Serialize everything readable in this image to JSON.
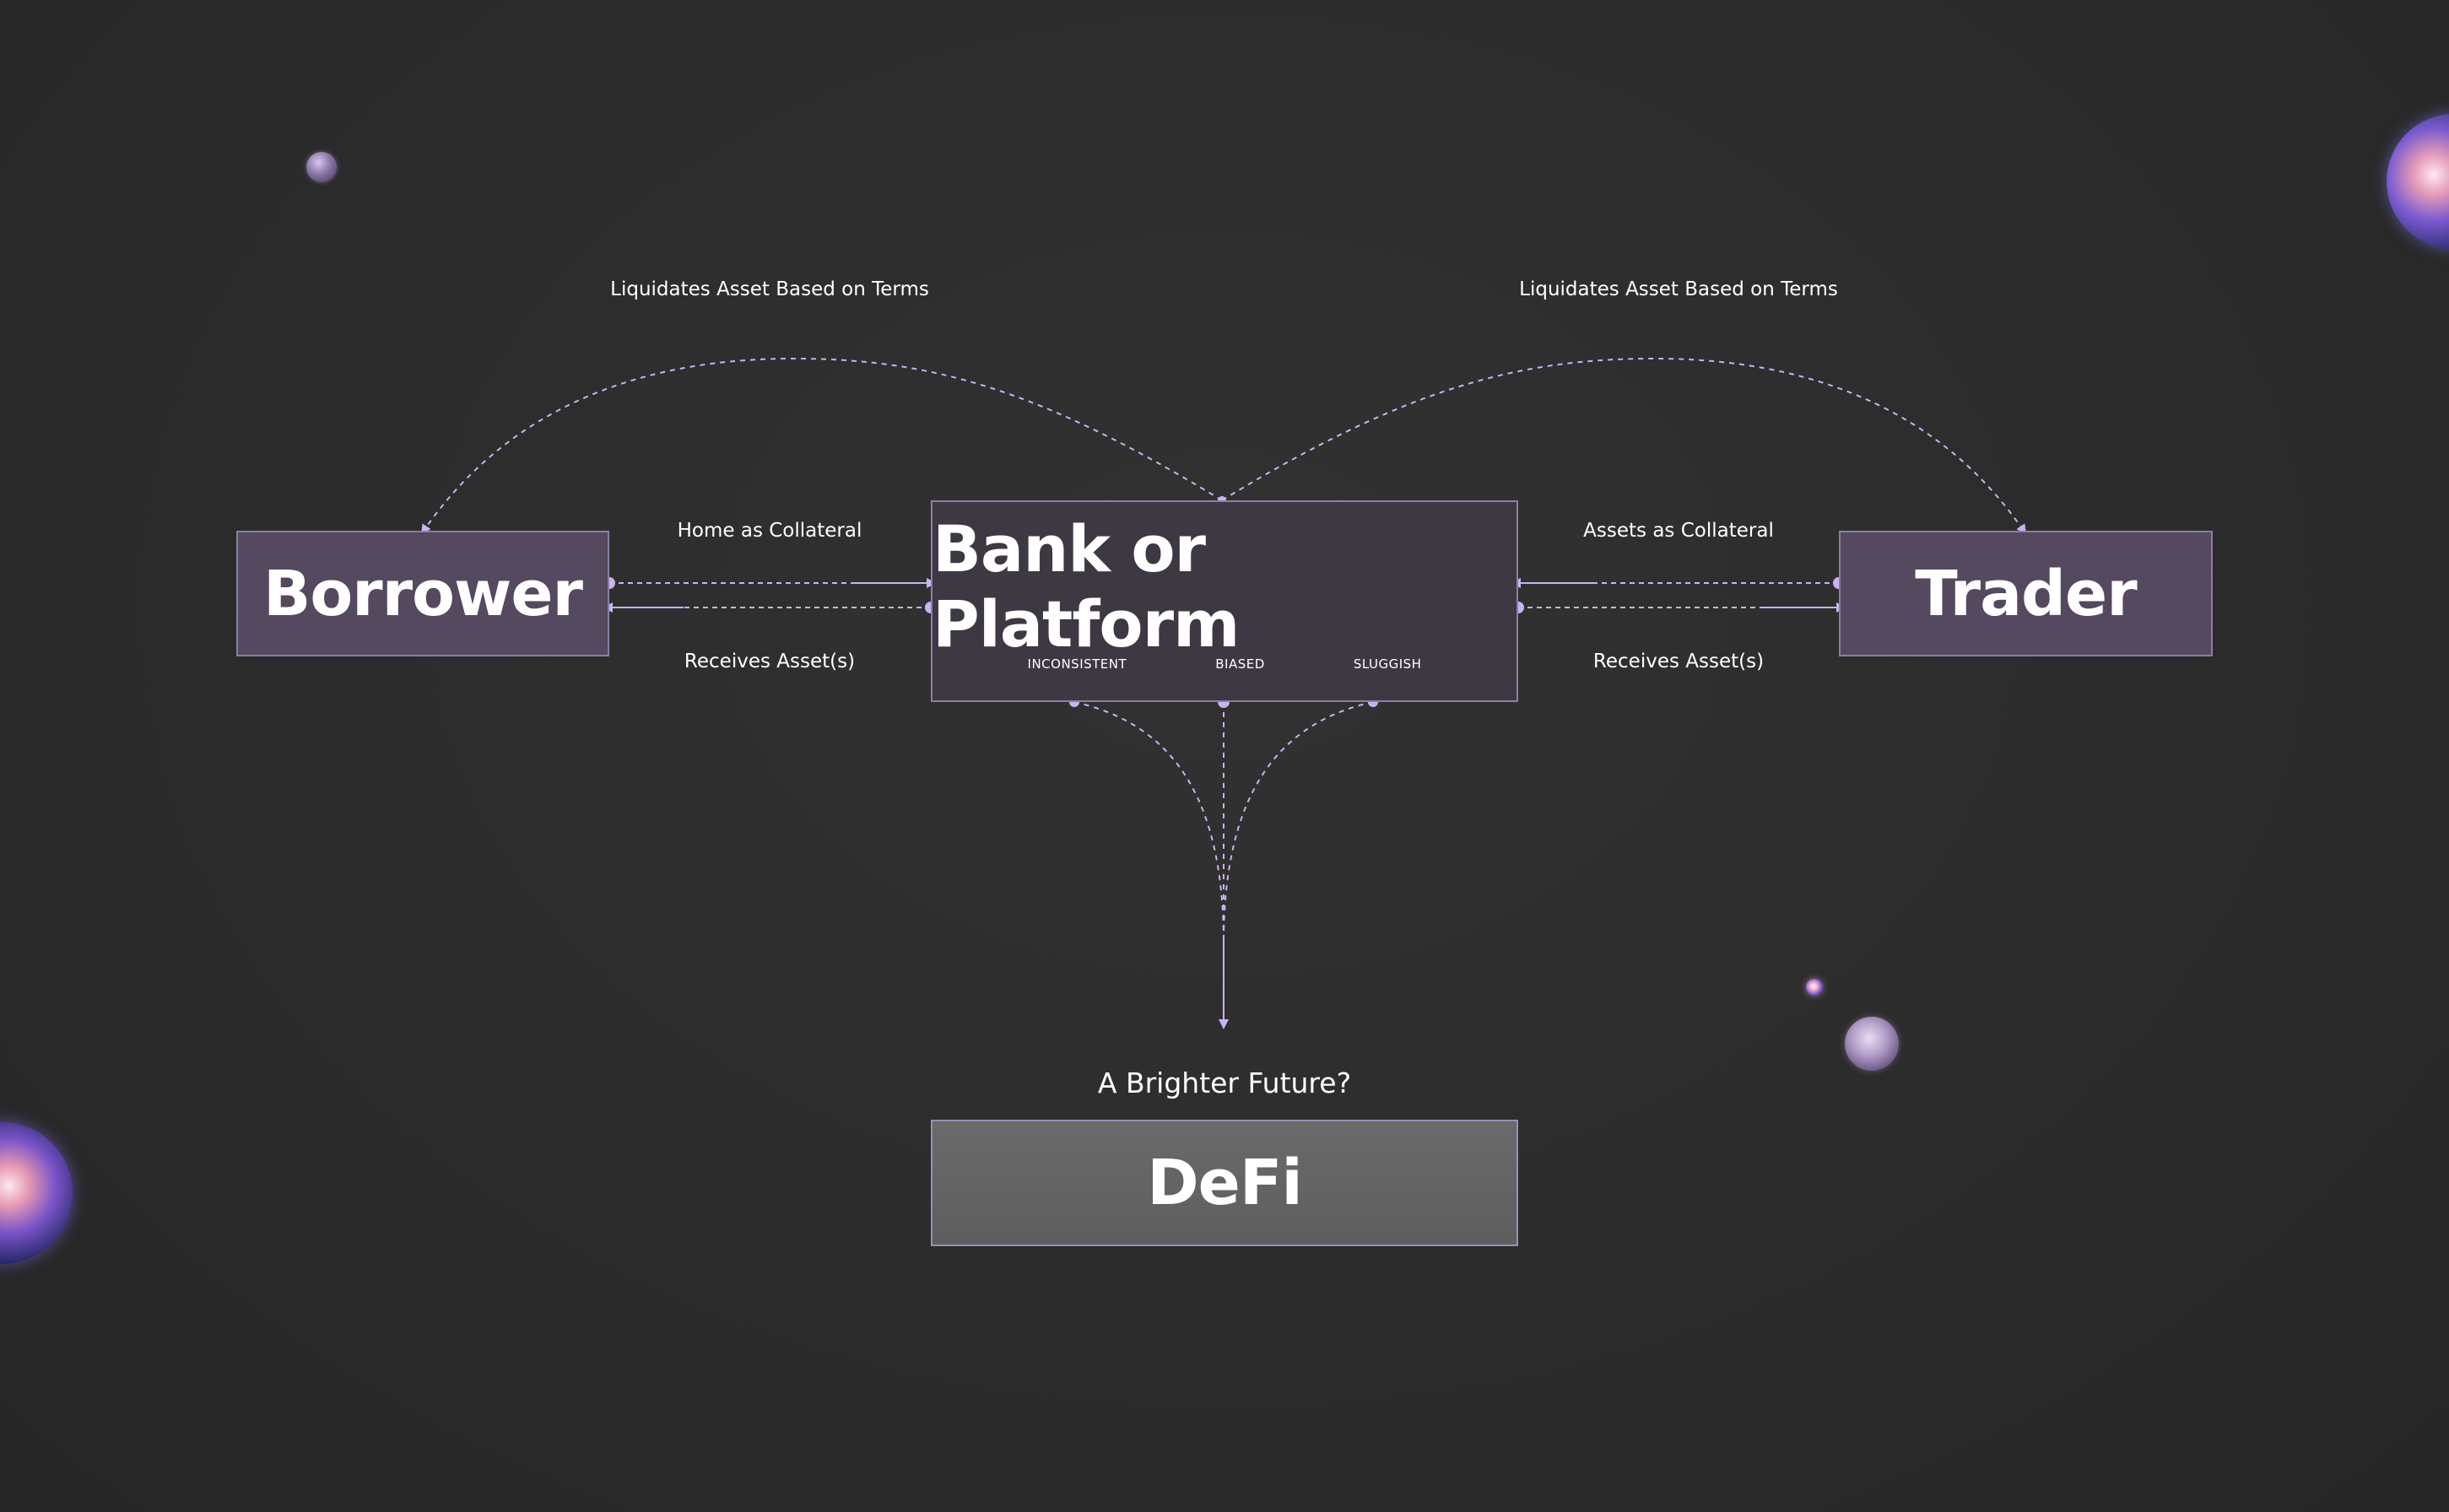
{
  "nodes": {
    "borrower": "Borrower",
    "bank": "Bank or Platform",
    "trader": "Trader",
    "defi": "DeFi"
  },
  "bank_tags": [
    "INCONSISTENT",
    "BIASED",
    "SLUGGISH"
  ],
  "edges": {
    "liquidates_left": "Liquidates Asset Based on Terms",
    "liquidates_right": "Liquidates Asset Based on Terms",
    "home_collateral": "Home as Collateral",
    "receives_left": "Receives Asset(s)",
    "assets_collateral": "Assets as Collateral",
    "receives_right": "Receives Asset(s)"
  },
  "question": "A Brighter Future?",
  "colors": {
    "background": "#2c2c2c",
    "box_fill": "#54495e",
    "box_border": "#8a7fa6",
    "connector": "#c9b3f2",
    "defi_fill": "#646464"
  }
}
